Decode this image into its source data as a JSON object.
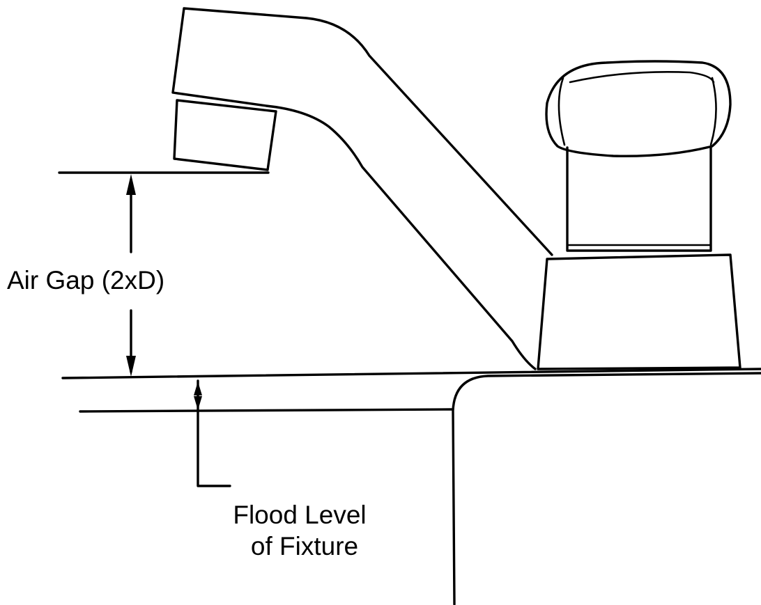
{
  "diagram": {
    "labels": {
      "air_gap": "Air Gap (2xD)",
      "flood_level_line1": "Flood Level",
      "flood_level_line2": "of Fixture"
    },
    "icons": {
      "faucet": "faucet-icon",
      "handle": "faucet-handle-icon",
      "sink": "sink-rim-icon"
    },
    "colors": {
      "line": "#000000",
      "background": "#ffffff"
    }
  }
}
